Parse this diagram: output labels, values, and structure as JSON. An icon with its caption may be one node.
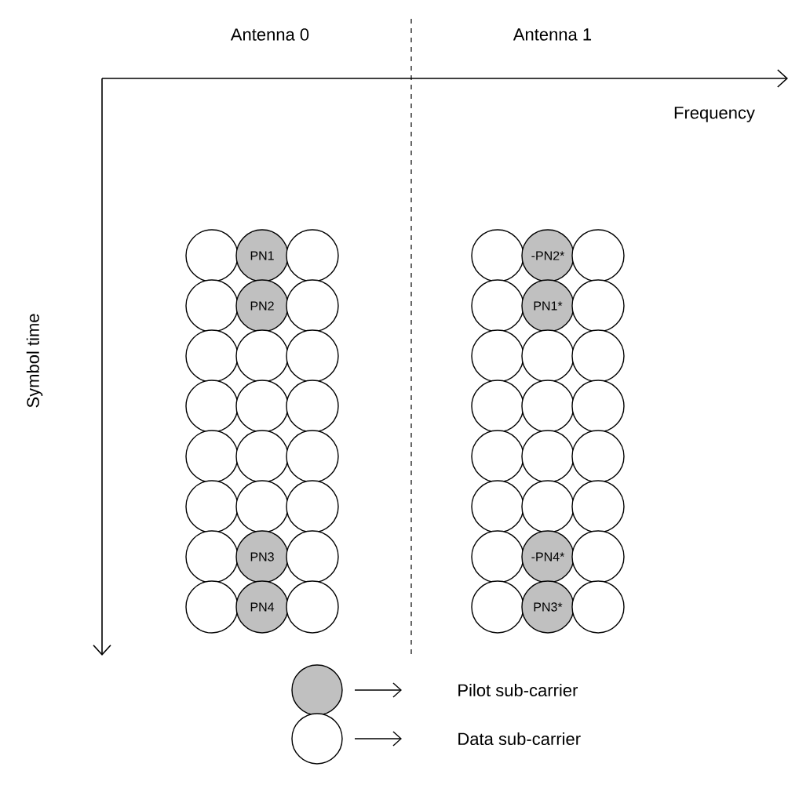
{
  "diagram": {
    "nodes": [
      {
        "text": [],
        "shape": "circle"
      },
      {
        "text": [
          "PN1"
        ]
      },
      {
        "text": [],
        "shape": "circle"
      },
      {
        "text": [],
        "shape": "circle"
      },
      {
        "text": [
          "-PN2*"
        ]
      },
      {
        "text": [],
        "shape": "circle"
      },
      {
        "text": [],
        "shape": "circle"
      },
      {
        "text": [
          "PN2"
        ]
      },
      {
        "text": [],
        "shape": "circle"
      },
      {
        "text": [],
        "shape": "circle"
      },
      {
        "text": [
          "PN1*"
        ]
      },
      {
        "text": [],
        "shape": "circle"
      },
      {
        "text": [],
        "shape": "circle"
      },
      {
        "text": [],
        "shape": "circle"
      },
      {
        "text": [],
        "shape": "circle"
      },
      {
        "text": [],
        "shape": "circle"
      },
      {
        "text": [],
        "shape": "circle"
      },
      {
        "text": [],
        "shape": "circle"
      },
      {
        "text": [],
        "shape": "circle"
      },
      {
        "text": [],
        "shape": "circle"
      },
      {
        "text": [],
        "shape": "circle"
      },
      {
        "text": [],
        "shape": "circle"
      },
      {
        "text": [],
        "shape": "circle"
      },
      {
        "text": [],
        "shape": "circle"
      },
      {
        "text": [],
        "shape": "circle"
      },
      {
        "text": [],
        "shape": "circle"
      },
      {
        "text": [],
        "shape": "circle"
      },
      {
        "text": [],
        "shape": "circle"
      },
      {
        "text": [],
        "shape": "circle"
      },
      {
        "text": [],
        "shape": "circle"
      },
      {
        "text": [],
        "shape": "circle"
      },
      {
        "text": [],
        "shape": "circle"
      },
      {
        "text": [],
        "shape": "circle"
      },
      {
        "text": [],
        "shape": "circle"
      },
      {
        "text": [],
        "shape": "circle"
      },
      {
        "text": [],
        "shape": "circle"
      },
      {
        "text": [],
        "shape": "circle"
      },
      {
        "text": [
          "PN3"
        ]
      },
      {
        "text": [],
        "shape": "circle"
      },
      {
        "text": [],
        "shape": "circle"
      },
      {
        "text": [
          "-PN4*"
        ]
      },
      {
        "text": [],
        "shape": "circle"
      },
      {
        "text": [],
        "shape": "circle"
      },
      {
        "text": [
          "PN4"
        ]
      },
      {
        "text": [],
        "shape": "circle"
      },
      {
        "text": [],
        "shape": "circle"
      },
      {
        "text": [
          "PN3*"
        ]
      },
      {
        "text": [],
        "shape": "circle"
      }
    ],
    "labels": [
      "Antenna 0",
      "Antenna 1",
      "Frequency",
      "Symbol time"
    ],
    "legend": [
      {
        "text": "Pilot sub-carrier",
        "color": "#c0c0c0"
      },
      {
        "text": "Data sub-carrier"
      }
    ]
  }
}
